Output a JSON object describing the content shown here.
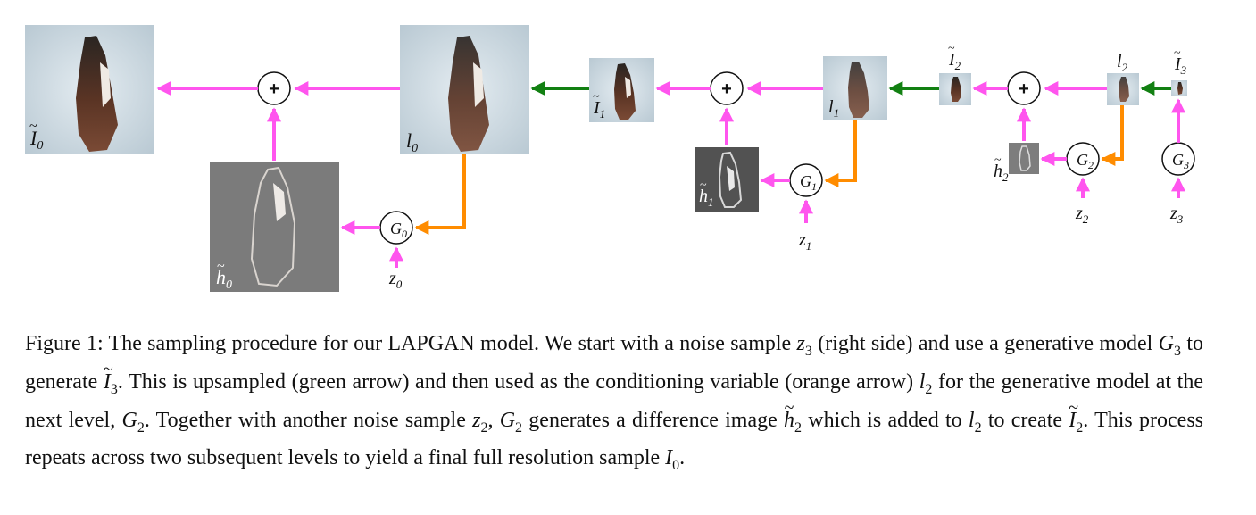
{
  "figure": {
    "images": {
      "I0_tilde": {
        "letter": "I",
        "sub": "0"
      },
      "l0": {
        "letter": "l",
        "sub": "0"
      },
      "I1_tilde": {
        "letter": "I",
        "sub": "1"
      },
      "l1": {
        "letter": "l",
        "sub": "1"
      },
      "I2_tilde": {
        "letter": "I",
        "sub": "2"
      },
      "l2": {
        "letter": "l",
        "sub": "2"
      },
      "I3_tilde": {
        "letter": "I",
        "sub": "3"
      },
      "h0_tilde": {
        "letter": "h",
        "sub": "0"
      },
      "h1_tilde": {
        "letter": "h",
        "sub": "1"
      },
      "h2_tilde": {
        "letter": "h",
        "sub": "2"
      }
    },
    "generators": {
      "G0": {
        "letter": "G",
        "sub": "0"
      },
      "G1": {
        "letter": "G",
        "sub": "1"
      },
      "G2": {
        "letter": "G",
        "sub": "2"
      },
      "G3": {
        "letter": "G",
        "sub": "3"
      }
    },
    "noise": {
      "z0": {
        "letter": "z",
        "sub": "0"
      },
      "z1": {
        "letter": "z",
        "sub": "1"
      },
      "z2": {
        "letter": "z",
        "sub": "2"
      },
      "z3": {
        "letter": "z",
        "sub": "3"
      }
    },
    "plus_symbol": "+",
    "colors": {
      "pink_arrow": "#ff55ee",
      "green_arrow": "#128012",
      "orange_arrow": "#ff8c00",
      "image_background": "#cfdbe2",
      "difference_background": "#7b7b7b"
    }
  },
  "caption": {
    "label": "Figure 1:",
    "t1": " The sampling procedure for our LAPGAN model. We start with a noise sample ",
    "z3": "z",
    "z3_sub": "3",
    "t2": " (right side) and use a generative model ",
    "G3": "G",
    "G3_sub": "3",
    "t3": " to generate ",
    "I3": "I",
    "I3_sub": "3",
    "t4": ". This is upsampled (green arrow) and then used as the conditioning variable (orange arrow) ",
    "l2": "l",
    "l2_sub": "2",
    "t5": " for the generative model at the next level, ",
    "G2": "G",
    "G2_sub": "2",
    "t6": ". Together with another noise sample ",
    "z2": "z",
    "z2_sub": "2",
    "t7": ", ",
    "G2b": "G",
    "G2b_sub": "2",
    "t8": " generates a difference image ",
    "h2": "h",
    "h2_sub": "2",
    "t9": " which is added to ",
    "l2b": "l",
    "l2b_sub": "2",
    "t10": " to create ",
    "I2": "I",
    "I2_sub": "2",
    "t11": ". This process repeats across two subsequent levels to yield a final full resolution sample ",
    "I0": "I",
    "I0_sub": "0",
    "t12": "."
  }
}
